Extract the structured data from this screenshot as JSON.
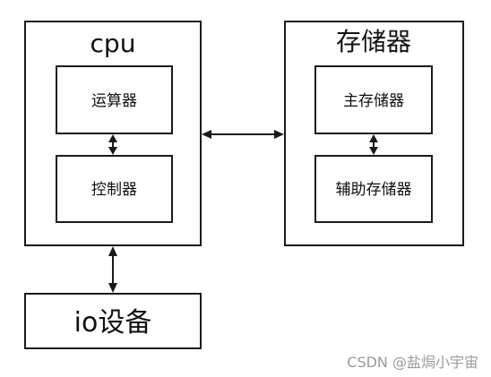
{
  "diagram": {
    "cpu": {
      "title": "cpu",
      "alu": "运算器",
      "control": "控制器"
    },
    "storage": {
      "title": "存储器",
      "main": "主存储器",
      "aux": "辅助存储器"
    },
    "io": {
      "title": "io设备"
    }
  },
  "watermark": "CSDN @盐焗小宇宙"
}
